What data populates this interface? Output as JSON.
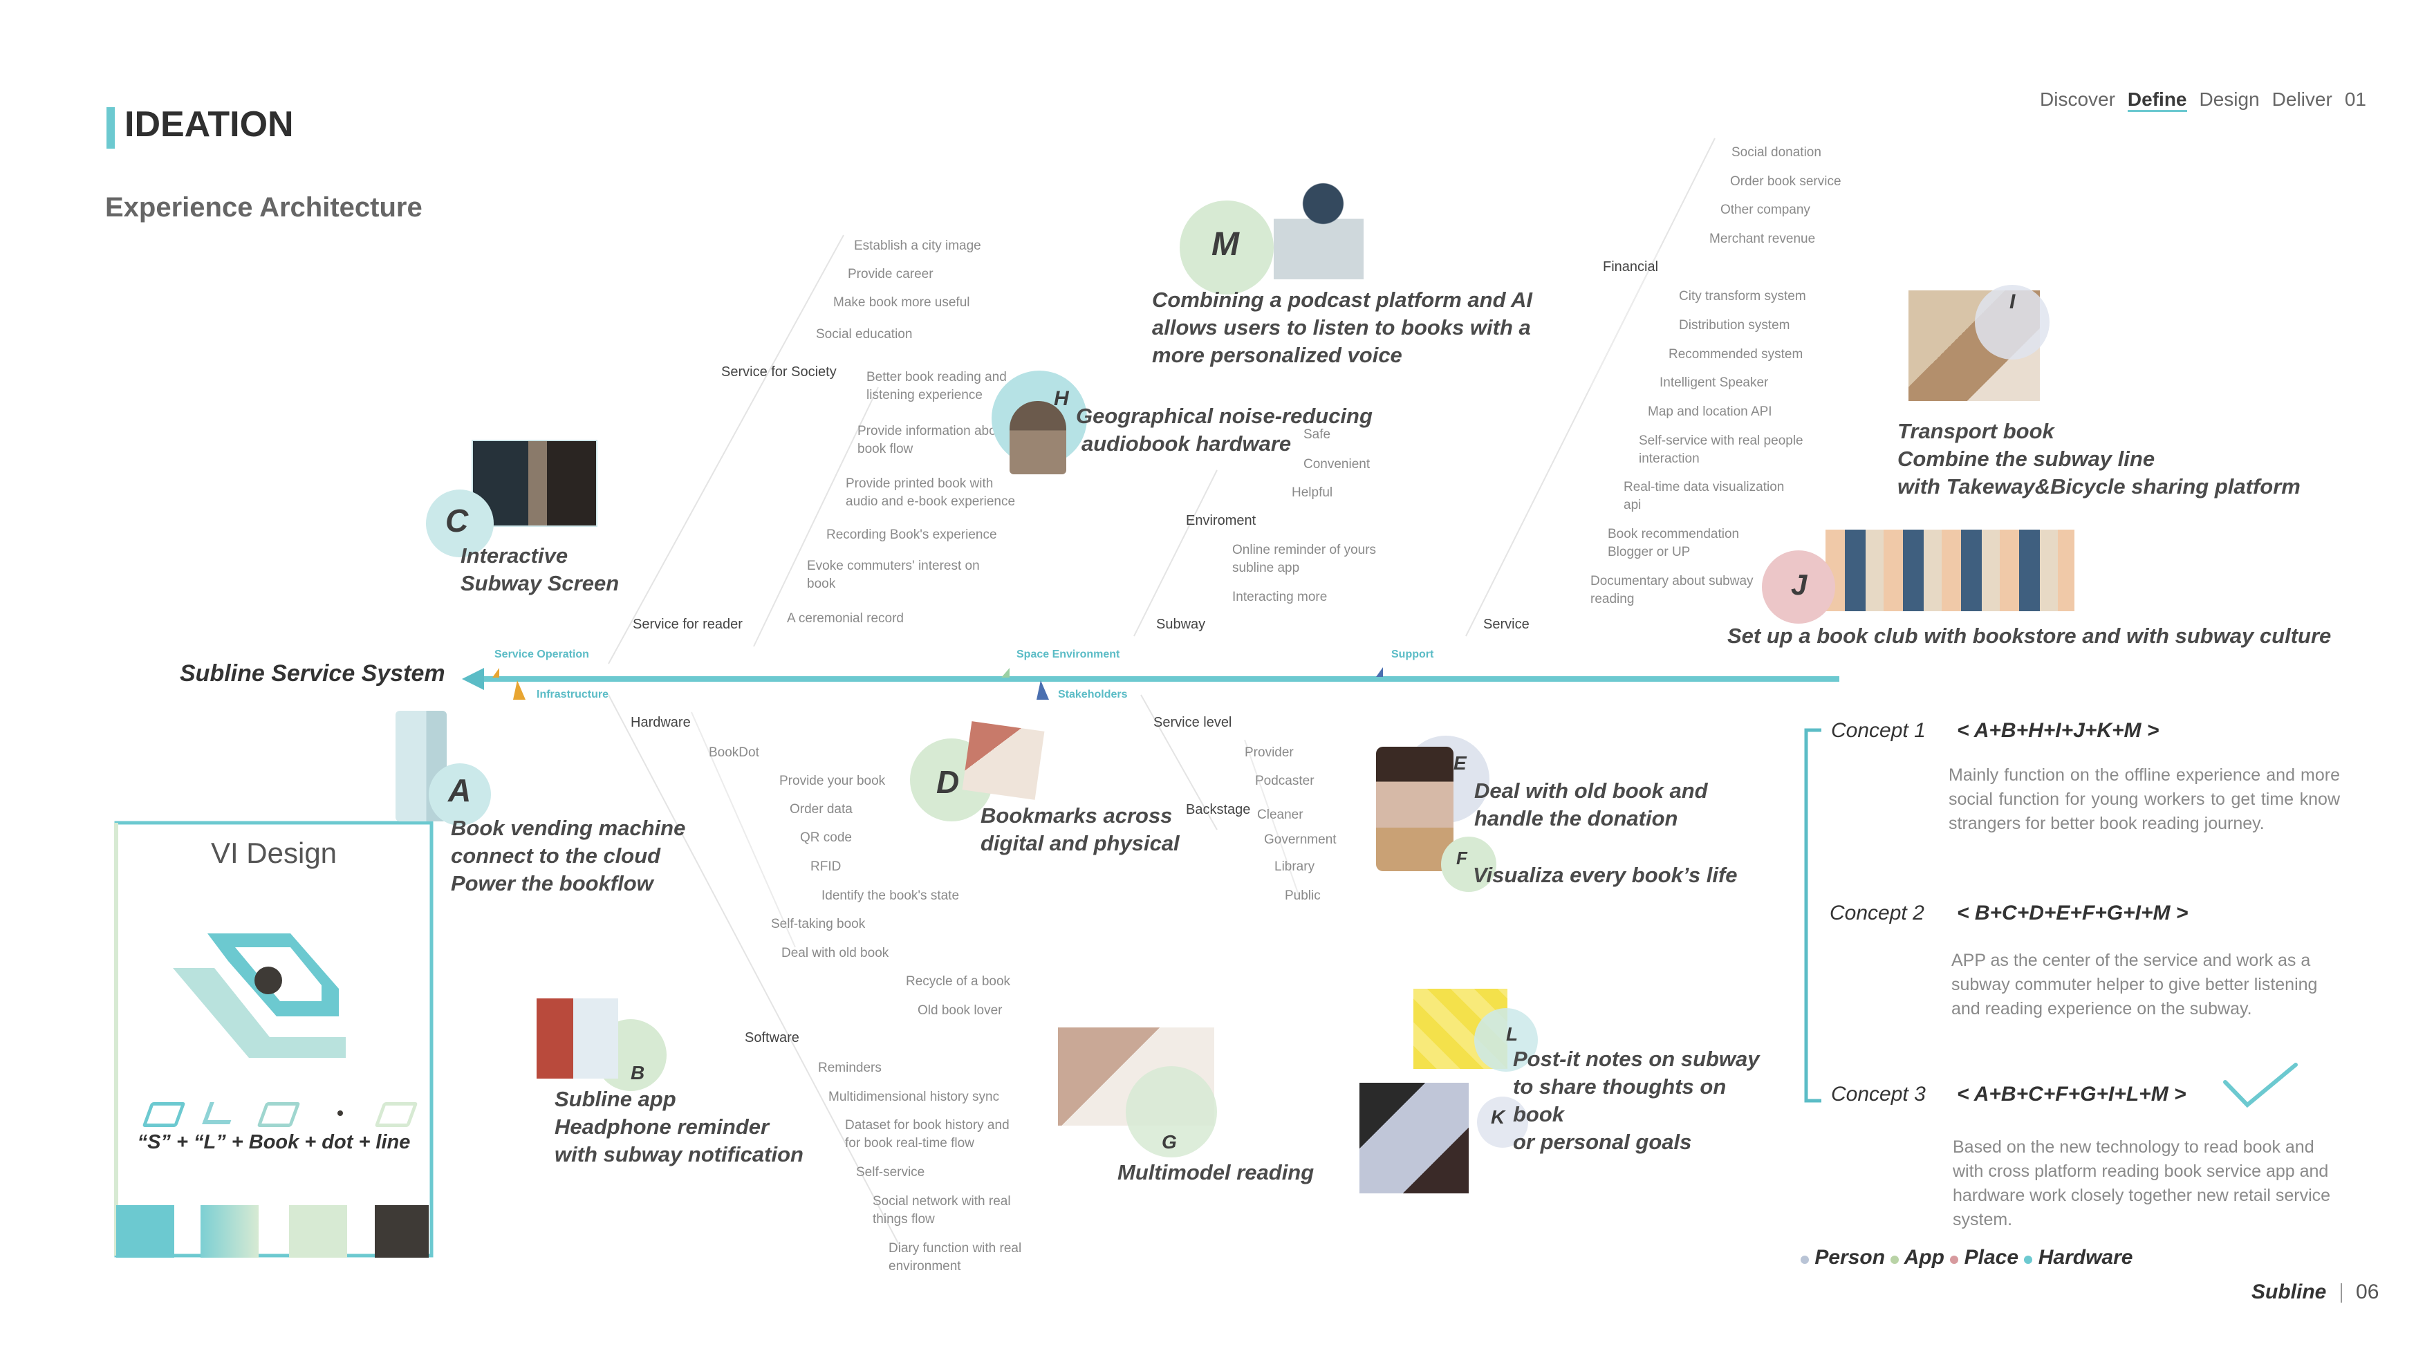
{
  "header": {
    "title": "IDEATION",
    "subtitle": "Experience Architecture",
    "nav": [
      "Discover",
      "Define",
      "Design",
      "Deliver"
    ],
    "nav_active": "Define",
    "page_index": "01"
  },
  "spine": {
    "label": "Subline Service System",
    "top_sections": [
      "Service Operation",
      "Space Environment",
      "Support"
    ],
    "bottom_sections": [
      "Infrastructure",
      "Stakeholders"
    ]
  },
  "branches": {
    "service_for_society": {
      "label": "Service for Society",
      "items": [
        "Establish a city image",
        "Provide career",
        "Make book more useful",
        "Social education"
      ]
    },
    "service_for_reader": {
      "label": "Service for reader",
      "items": [
        "Better book reading and",
        "listening experience",
        "Provide information about",
        "book flow",
        "Provide printed book with",
        "audio and e-book experience",
        "Recording Book's experience",
        "Evoke commuters' interest on",
        "book",
        "A ceremonial record"
      ]
    },
    "environment": {
      "label": "Enviroment",
      "items": [
        "Safe",
        "Convenient",
        "Helpful"
      ]
    },
    "subway": {
      "label": "Subway",
      "items": [
        "Online reminder of yours",
        "subline app",
        "Interacting more"
      ]
    },
    "financial": {
      "label": "Financial",
      "items": [
        "Social donation",
        "Order book service",
        "Other company",
        "Merchant revenue"
      ]
    },
    "service": {
      "label": "Service",
      "items": [
        "City transform system",
        "Distribution system",
        "Recommended system",
        "Intelligent Speaker",
        "Map and location API",
        "Self-service with real people",
        "interaction",
        "Real-time data visualization",
        "api",
        "Book recommendation",
        "Blogger or UP",
        "Documentary about subway",
        "reading"
      ]
    },
    "hardware": {
      "label": "Hardware",
      "items": [
        "BookDot",
        "Provide your book",
        "Order data",
        "QR code",
        "RFID",
        "Identify the book's state",
        "Self-taking book",
        "Deal with old book",
        "Recycle of a book",
        "Old book lover"
      ]
    },
    "software": {
      "label": "Software",
      "items": [
        "Reminders",
        "Multidimensional history sync",
        "Dataset for book history and",
        "for book real-time flow",
        "Self-service",
        "Social network with real",
        "things flow",
        "Diary function with real",
        "environment"
      ]
    },
    "service_level": {
      "label": "Service level",
      "items": [
        "Provider",
        "Podcaster"
      ]
    },
    "backstage": {
      "label": "Backstage",
      "items": [
        "Cleaner",
        "Government",
        "Library",
        "Public"
      ]
    }
  },
  "ideas": {
    "A": {
      "letter": "A",
      "lines": [
        "Book vending machine",
        "connect to the cloud",
        "Power the bookflow"
      ]
    },
    "B": {
      "letter": "B",
      "lines": [
        "Subline app",
        "Headphone reminder",
        "with subway notification"
      ]
    },
    "C": {
      "letter": "C",
      "lines": [
        "Interactive",
        "Subway Screen"
      ]
    },
    "D": {
      "letter": "D",
      "lines": [
        "Bookmarks across",
        "digital and physical"
      ]
    },
    "E": {
      "letter": "E",
      "lines": [
        "Deal with old book and",
        "handle the donation"
      ]
    },
    "F": {
      "letter": "F",
      "lines": [
        "Visualiza every book’s life"
      ]
    },
    "G": {
      "letter": "G",
      "lines": [
        "Multimodel reading"
      ]
    },
    "H": {
      "letter": "H",
      "lines": [
        "Geographical noise-reducing",
        "audiobook hardware"
      ]
    },
    "I": {
      "letter": "I",
      "lines": [
        "Transport book",
        "Combine the subway line",
        "with Takeway&Bicycle sharing platform"
      ]
    },
    "J": {
      "letter": "J",
      "lines": [
        "Set up a book club with bookstore and with subway culture"
      ]
    },
    "K": {
      "letter": "K"
    },
    "L": {
      "letter": "L",
      "lines": [
        "Post-it notes on subway",
        "to share thoughts on",
        "book",
        "or personal goals"
      ]
    },
    "M": {
      "letter": "M",
      "lines": [
        "Combining a podcast platform and AI",
        "allows users to listen to books with a",
        "more personalized voice"
      ]
    }
  },
  "vi_design": {
    "title": "VI Design",
    "caption": "“S” + “L” + Book + dot + line",
    "swatches": [
      "#6cc9d0",
      "#b9e2dd",
      "#d7ead3",
      "#3e3a36"
    ]
  },
  "concepts": [
    {
      "title": "Concept 1",
      "code": "< A+B+H+I+J+K+M >",
      "desc": "Mainly function on the offline experience and more social function for young workers to get time know strangers for better book reading journey.",
      "selected": false
    },
    {
      "title": "Concept 2",
      "code": "< B+C+D+E+F+G+I+M >",
      "desc": "APP as the center of the service and work as a subway commuter helper to give better listening and reading experience on the subway.",
      "selected": false
    },
    {
      "title": "Concept 3",
      "code": "< A+B+C+F+G+I+L+M >",
      "desc": "Based on the new technology to read book and with cross platform reading book service app and hardware work closely together new retail service system.",
      "selected": true
    }
  ],
  "legend": [
    {
      "label": "Person",
      "color": "#b9c4d6"
    },
    {
      "label": "App",
      "color": "#b9d3a6"
    },
    {
      "label": "Place",
      "color": "#d79a9e"
    },
    {
      "label": "Hardware",
      "color": "#6cc9d0"
    }
  ],
  "footer": {
    "brand": "Subline",
    "page": "06"
  },
  "colors": {
    "accent": "#5bbcc6",
    "text": "#4a4a4a",
    "muted": "#8a8a8a"
  }
}
